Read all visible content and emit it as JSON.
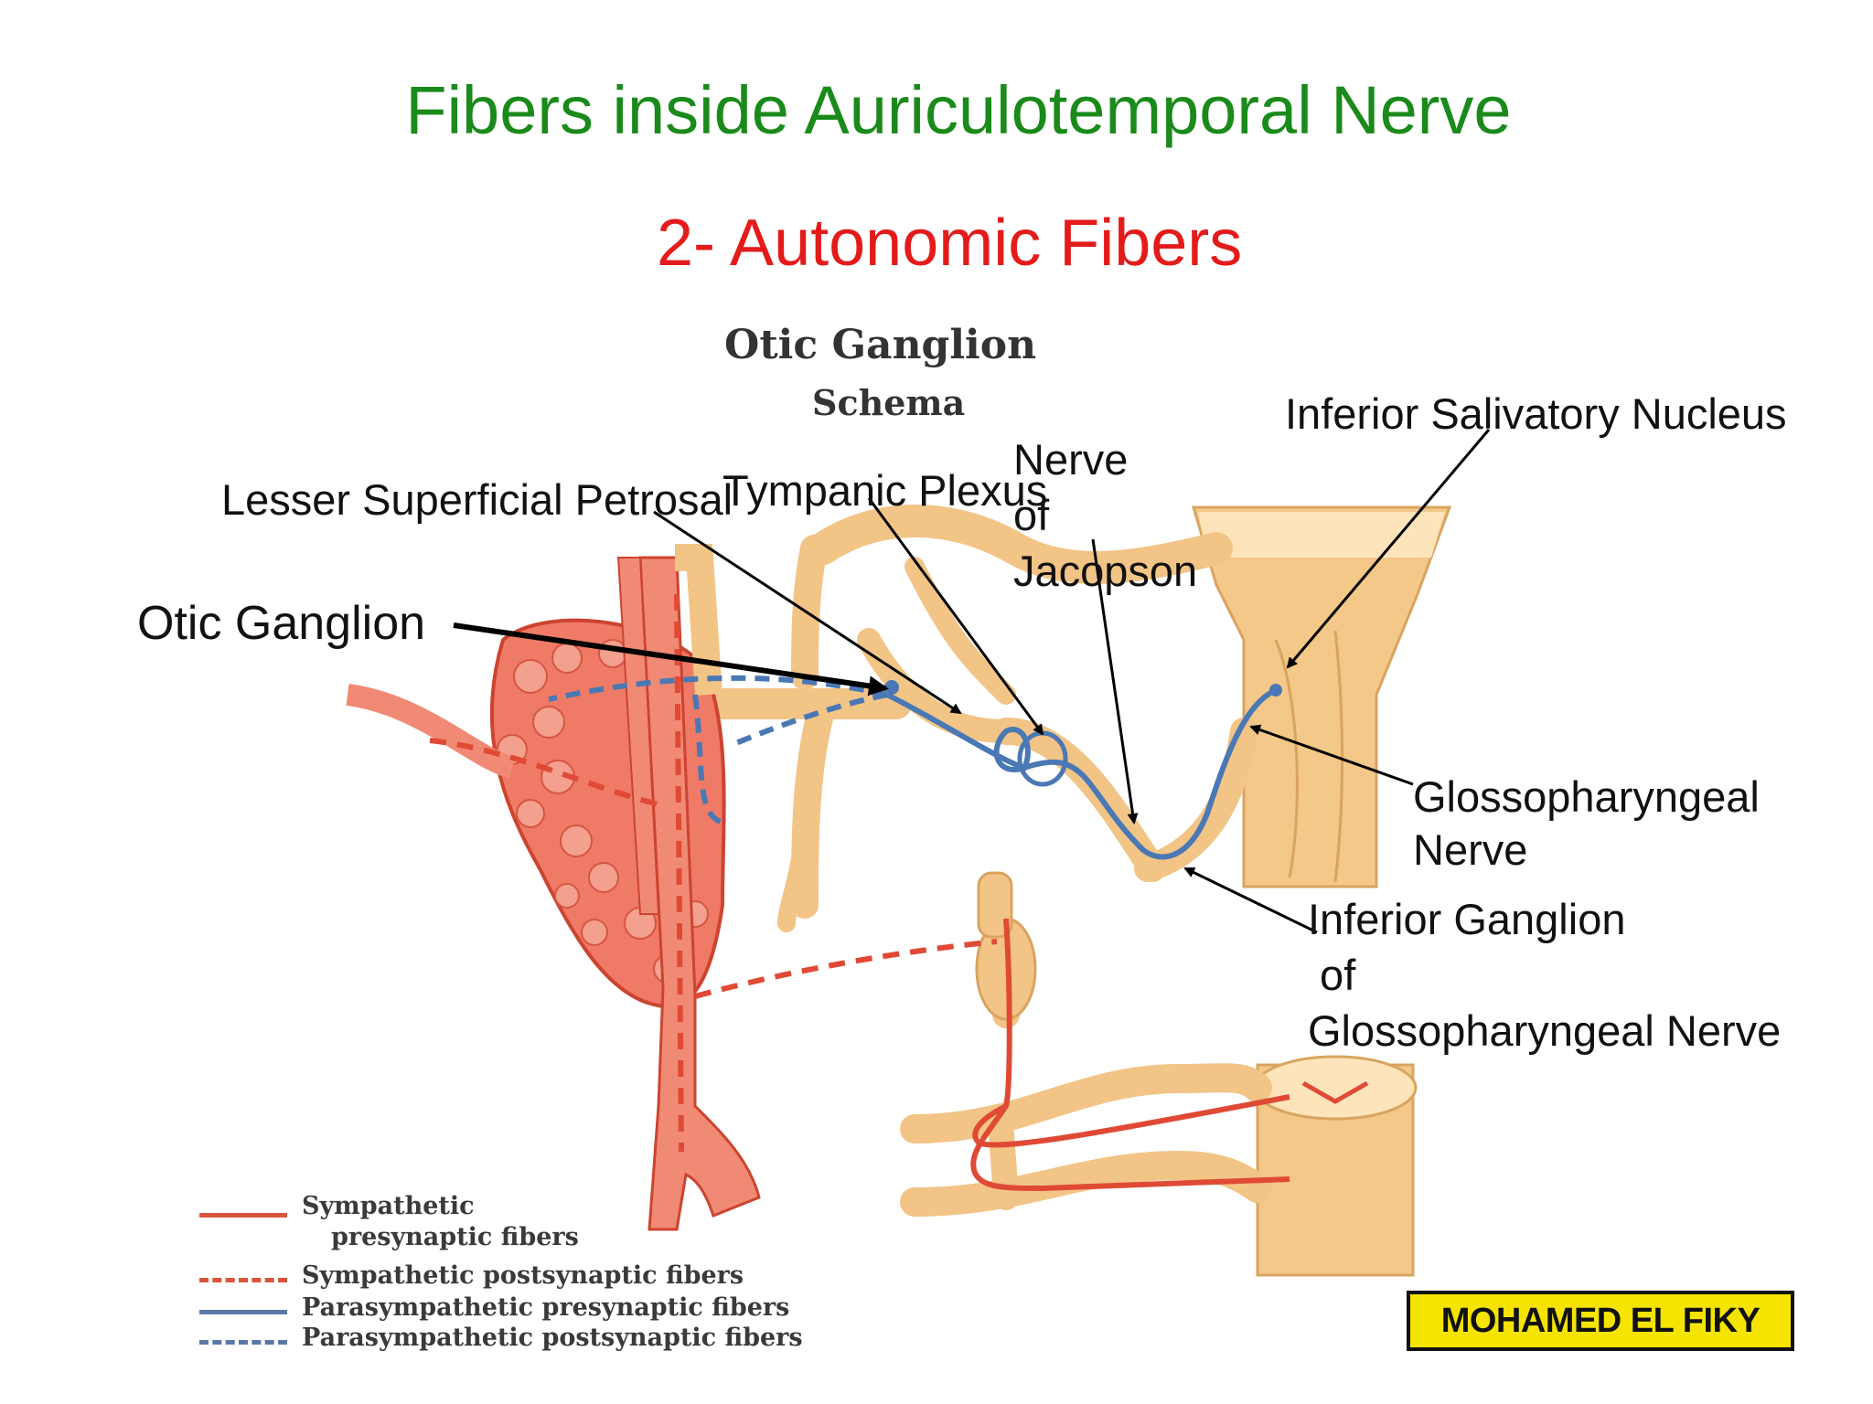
{
  "slide": {
    "title": "Fibers inside Auriculotemporal Nerve",
    "subtitle": "2- Autonomic Fibers",
    "colors": {
      "title": "#1a8a1a",
      "subtitle": "#e31b1b",
      "nerve": "#f2c486",
      "sympathetic": "#e04a35",
      "parasympathetic": "#4a78b4",
      "gland": "#ee6a55"
    }
  },
  "figure": {
    "heading": "Otic Ganglion",
    "subheading": "Schema"
  },
  "labels": {
    "lesser_petrosal": "Lesser Superficial Petrosal",
    "tympanic_plexus": "Tympanic Plexus",
    "nerve_of_jacobson": [
      "Nerve",
      "of",
      "Jacopson"
    ],
    "inferior_salivatory": "Inferior Salivatory Nucleus",
    "otic_ganglion": "Otic Ganglion",
    "glossopharyngeal": [
      "Glossopharyngeal",
      "Nerve"
    ],
    "inferior_ganglion": [
      "Inferior Ganglion",
      " of",
      "Glossopharyngeal Nerve"
    ]
  },
  "legend": [
    {
      "line1": "Sympathetic",
      "line2": "presynaptic fibers",
      "style": "solid",
      "color": "#d9553b"
    },
    {
      "line1": "Sympathetic postsynaptic fibers",
      "style": "dashed",
      "color": "#d9553b"
    },
    {
      "line1": "Parasympathetic presynaptic fibers",
      "style": "solid",
      "color": "#5a78a8"
    },
    {
      "line1": "Parasympathetic postsynaptic fibers",
      "style": "dashed",
      "color": "#5a78a8"
    }
  ],
  "logo": {
    "text": "MOHAMED EL FIKY"
  }
}
